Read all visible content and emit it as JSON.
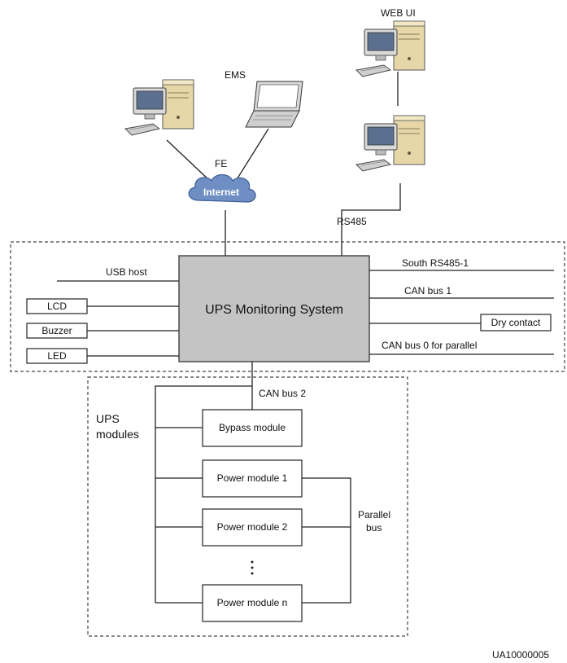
{
  "labels": {
    "web_ui": "WEB UI",
    "ems": "EMS",
    "fe": "FE",
    "internet": "Internet",
    "rs485": "RS485",
    "usb_host": "USB host",
    "lcd": "LCD",
    "buzzer": "Buzzer",
    "led": "LED",
    "monitoring_system": "UPS Monitoring System",
    "south_rs485": "South RS485-1",
    "can_bus_1": "CAN bus 1",
    "dry_contact": "Dry contact",
    "can_bus_0": "CAN bus 0 for parallel",
    "can_bus_2": "CAN bus 2",
    "ups_modules_line1": "UPS",
    "ups_modules_line2": "modules",
    "bypass_module": "Bypass module",
    "power_module_1": "Power module 1",
    "power_module_2": "Power module 2",
    "power_module_n": "Power module n",
    "parallel_bus_line1": "Parallel",
    "parallel_bus_line2": "bus",
    "figure_id": "UA10000005"
  },
  "icons": {
    "ems_desktop": "desktop-computer-icon",
    "ems_laptop": "laptop-icon",
    "webui_desktop": "desktop-computer-icon",
    "rs485_desktop": "desktop-computer-icon",
    "internet_cloud": "cloud-icon"
  },
  "colors": {
    "monitoring_box": "#c4c4c4",
    "cloud": "#6f8fc4",
    "tower": "#e7d6a8"
  }
}
